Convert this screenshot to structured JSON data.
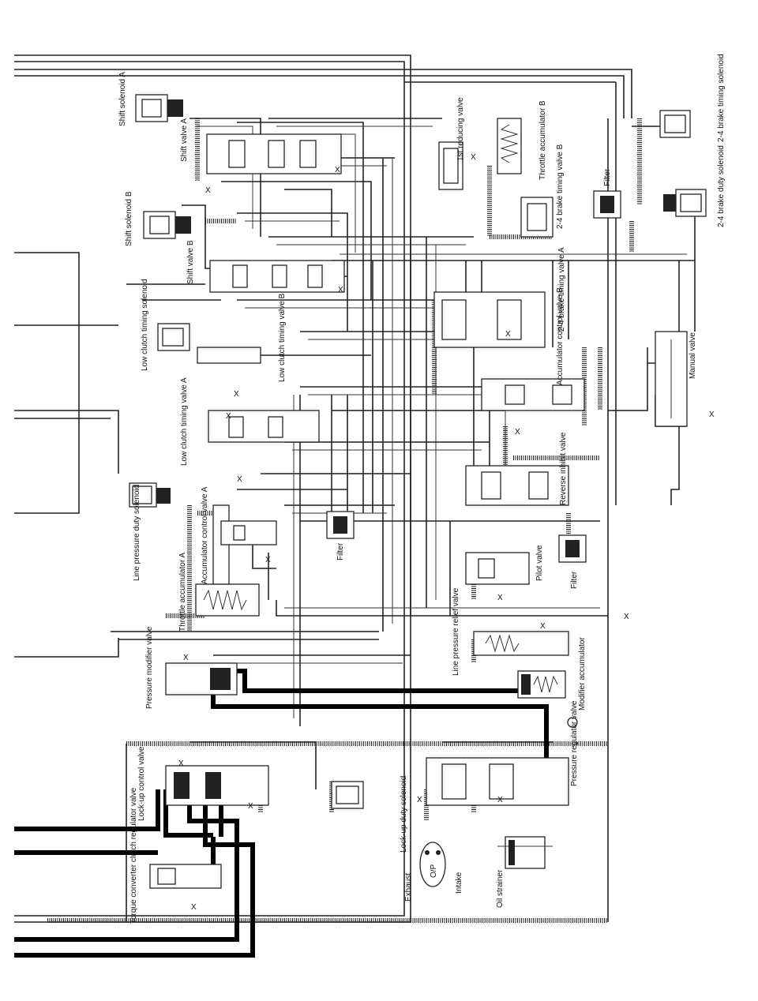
{
  "labels": {
    "shift_solenoid_a": "Shift solenoid A",
    "shift_valve_a": "Shift valve A",
    "shift_solenoid_b": "Shift solenoid B",
    "shift_valve_b": "Shift valve B",
    "low_clutch_timing_solenoid": "Low clutch timing solenoid",
    "low_clutch_timing_valve_b": "Low clutch timing valve B",
    "low_clutch_timing_valve_a": "Low clutch timing valve A",
    "line_pressure_duty_solenoid": "Line pressure duty solenoid",
    "throttle_accumulator_a": "Throttle accumulator A",
    "accumulator_control_valve_a": "Accumulator control valve A",
    "filter_1": "Filter",
    "filter_2": "Filter",
    "filter_3": "Filter",
    "first_reducing_valve": "1st reducing valve",
    "throttle_accumulator_b": "Throttle accumulator B",
    "brake_timing_valve_b": "2-4 brake timing valve B",
    "brake_timing_solenoid": "2-4 brake timing solenoid",
    "brake_duty_solenoid": "2-4 brake duty solenoid",
    "brake_timing_valve_a": "2-4 brake timing valve A",
    "accumulator_control_valve_b": "Accumulator control valve B",
    "manual_valve": "Manual valve",
    "reverse_inhibit_valve": "Reverse inhibit valve",
    "pilot_valve": "Pilot valve",
    "line_pressure_relief_valve": "Line pressure relief valve",
    "modifier_accumulator": "Modifier accumulator",
    "pressure_modifier_valve": "Pressure modifier valve",
    "pressure_regulator_valve": "Pressure regulator valve",
    "lock_up_control_valve": "Lock-up control valve",
    "lock_up_duty_solenoid": "Lock-up duty solenoid",
    "torque_converter_regulator_valve": "Torque converter clutch regulator valve",
    "exhaust": "Exhaust",
    "intake": "Intake",
    "oil_pump": "O/P",
    "oil_strainer": "Oil strainer"
  },
  "exhaust_mark": "X"
}
